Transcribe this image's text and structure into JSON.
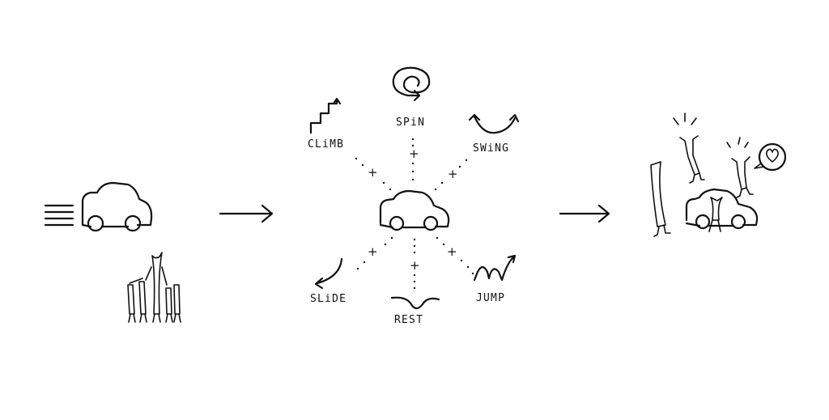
{
  "center": {
    "labels": {
      "spin": "SPiN",
      "climb": "CLiMB",
      "swing": "SWiNG",
      "slide": "SLiDE",
      "rest": "REST",
      "jump": "JUMP"
    },
    "plus_sign": "+"
  },
  "icons": {
    "left_car": "car-icon",
    "speed_lines": "speed-lines-icon",
    "people_group": "people-group-icon",
    "center_car": "car-icon",
    "right_car": "car-icon",
    "heart": "heart-speech-bubble-icon"
  },
  "colors": {
    "ink": "#111111",
    "background": "#ffffff"
  }
}
